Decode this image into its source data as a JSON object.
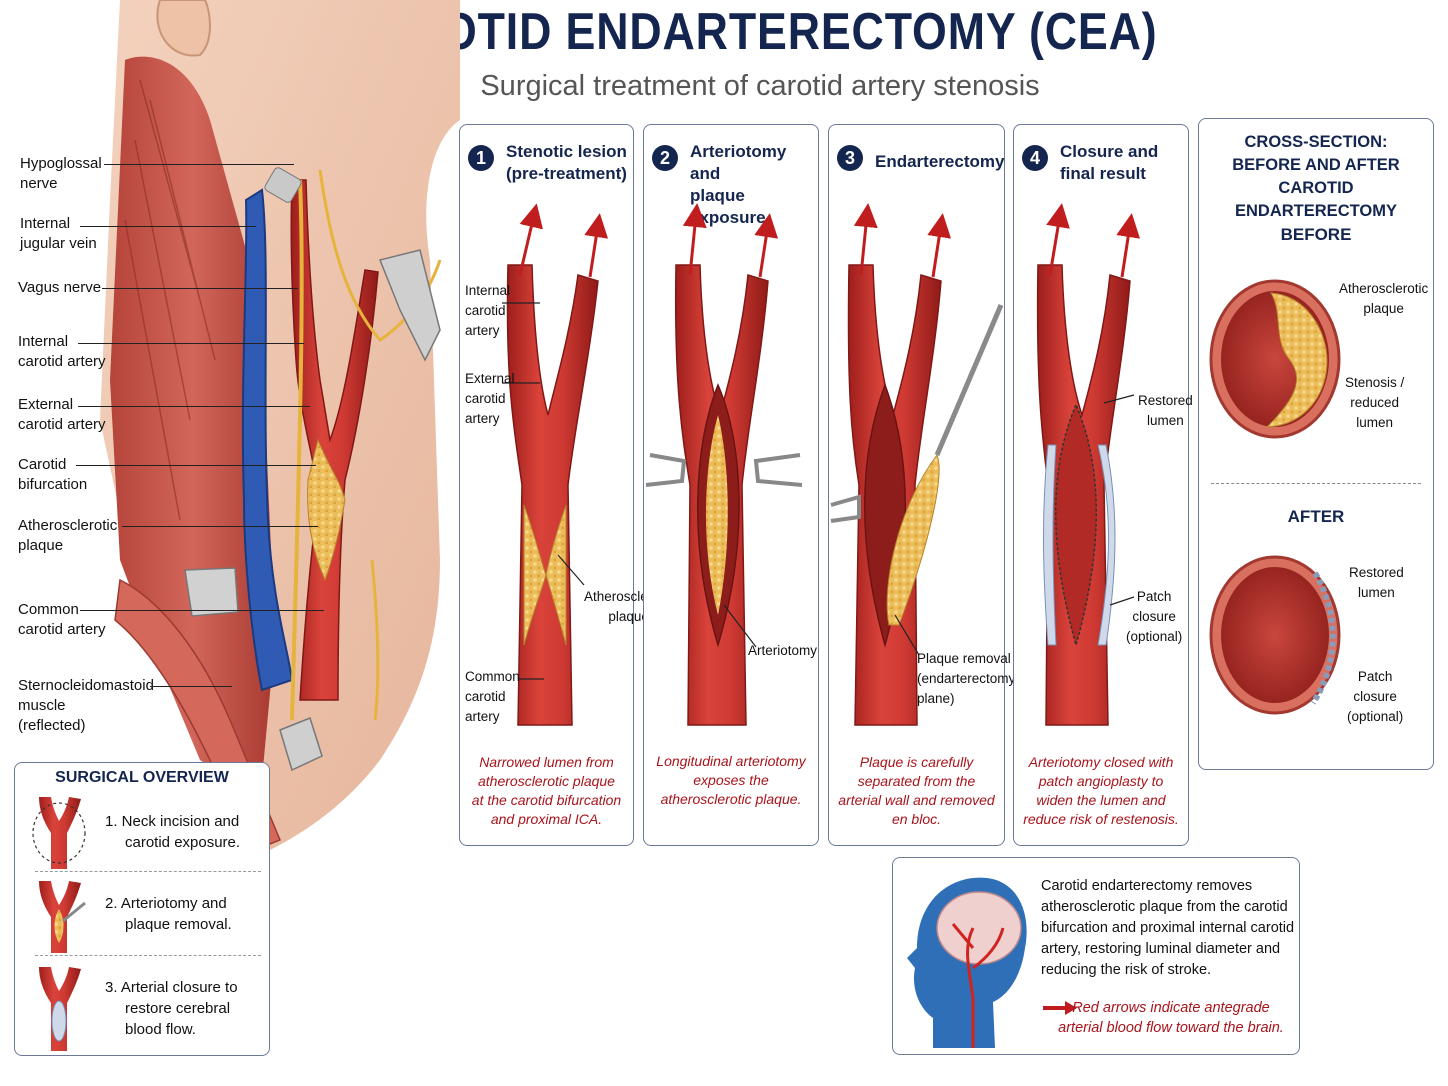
{
  "title": "CAROTID ENDARTERECTOMY (CEA)",
  "subtitle": "Surgical treatment of carotid artery stenosis",
  "anatomy_labels": [
    [
      "Hypoglossal",
      "nerve"
    ],
    [
      "Internal",
      "jugular vein"
    ],
    [
      "Vagus nerve"
    ],
    [
      "Internal",
      "carotid artery"
    ],
    [
      "External",
      "carotid artery"
    ],
    [
      "Carotid",
      "bifurcation"
    ],
    [
      "Atherosclerotic",
      "plaque"
    ],
    [
      "Common",
      "carotid artery"
    ],
    [
      "Sternocleidomastoid",
      "muscle",
      "(reflected)"
    ]
  ],
  "steps": [
    {
      "number": "1",
      "title": [
        "Stenotic lesion",
        "(pre-treatment)"
      ],
      "labels": {
        "ica": [
          "Internal",
          "carotid",
          "artery"
        ],
        "eca": [
          "External",
          "carotid",
          "artery"
        ],
        "plaque": [
          "Atherosclerotic",
          "plaque"
        ],
        "cca": [
          "Common",
          "carotid",
          "artery"
        ]
      },
      "caption": [
        "Narrowed lumen from",
        "atherosclerotic plaque",
        "at the carotid bifurcation",
        "and proximal ICA."
      ]
    },
    {
      "number": "2",
      "title": [
        "Arteriotomy and",
        "plaque exposure"
      ],
      "labels": {
        "arteriotomy": [
          "Arteriotomy"
        ]
      },
      "caption": [
        "Longitudinal arteriotomy",
        "exposes the",
        "atherosclerotic plaque."
      ]
    },
    {
      "number": "3",
      "title": [
        "Endarterectomy"
      ],
      "labels": {
        "removal": [
          "Plaque removal",
          "(endarterectomy",
          "plane)"
        ]
      },
      "caption": [
        "Plaque is carefully",
        "separated from the",
        "arterial wall and removed",
        "en bloc."
      ]
    },
    {
      "number": "4",
      "title": [
        "Closure and",
        "final result"
      ],
      "labels": {
        "restored": [
          "Restored",
          "lumen"
        ],
        "patch": [
          "Patch",
          "closure",
          "(optional)"
        ]
      },
      "caption": [
        "Arteriotomy closed with",
        "patch angioplasty to",
        "widen the lumen and",
        "reduce risk of restenosis."
      ]
    }
  ],
  "cross_section": {
    "title": [
      "CROSS-SECTION:",
      "BEFORE AND AFTER",
      "CAROTID ENDARTERECTOMY"
    ],
    "before": "BEFORE",
    "after": "AFTER",
    "before_labels": {
      "plaque": [
        "Atherosclerotic",
        "plaque"
      ],
      "stenosis": [
        "Stenosis /",
        "reduced",
        "lumen"
      ]
    },
    "after_labels": {
      "restored": [
        "Restored",
        "lumen"
      ],
      "patch": [
        "Patch",
        "closure",
        "(optional)"
      ]
    }
  },
  "overview": {
    "title": "SURGICAL OVERVIEW",
    "steps": [
      [
        "1. Neck incision and",
        "carotid exposure."
      ],
      [
        "2. Arteriotomy and",
        "plaque removal."
      ],
      [
        "3. Arterial closure to",
        "restore cerebral",
        "blood flow."
      ]
    ]
  },
  "info": {
    "text": [
      "Carotid endarterectomy removes",
      "atherosclerotic plaque from the carotid",
      "bifurcation and proximal internal carotid",
      "artery, restoring luminal diameter and",
      "reducing the risk of stroke."
    ],
    "note": [
      "Red arrows indicate antegrade",
      "arterial blood flow toward the brain."
    ]
  },
  "colors": {
    "navy": "#14254f",
    "artery": "#c8302c",
    "plaque": "#e9b754",
    "vein": "#2f5bb5",
    "caption_red": "#a8141b"
  }
}
